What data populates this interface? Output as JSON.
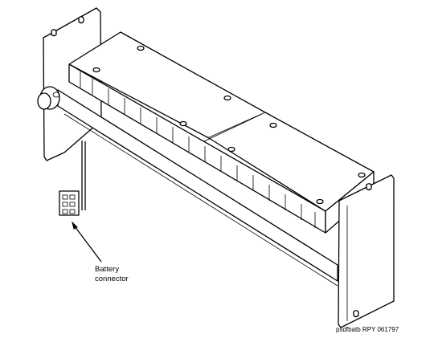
{
  "labels": {
    "battery_connector_line1": "Battery",
    "battery_connector_line2": "connector",
    "figure_id": "psdfbatb RPY 061797"
  }
}
